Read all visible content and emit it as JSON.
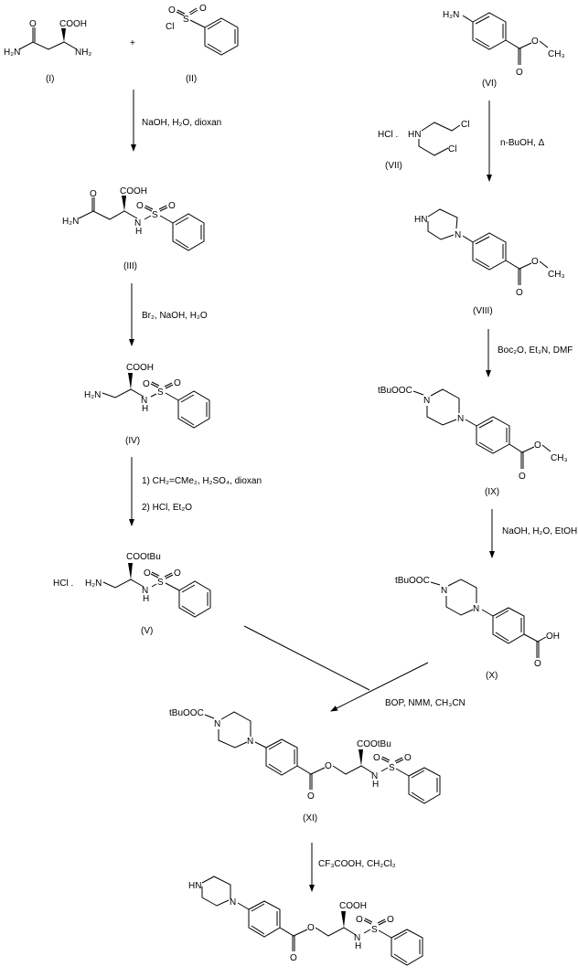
{
  "title": "Synthesis scheme",
  "compounds": {
    "I": {
      "label": "(I)",
      "cooh": "COOH",
      "o": "O",
      "h2n": "H₂N",
      "nh2": "NH₂"
    },
    "II": {
      "label": "(II)",
      "cl": "Cl",
      "s": "S",
      "o1": "O",
      "o2": "O"
    },
    "III": {
      "label": "(III)",
      "cooh": "COOH",
      "o": "O",
      "h2n": "H₂N",
      "n": "N",
      "h": "H",
      "s": "S",
      "o1": "O",
      "o2": "O"
    },
    "IV": {
      "label": "(IV)",
      "cooh": "COOH",
      "h2n": "H₂N",
      "n": "N",
      "h": "H",
      "s": "S",
      "o1": "O",
      "o2": "O"
    },
    "V": {
      "label": "(V)",
      "salt": "HCl .",
      "coo": "COOtBu",
      "h2n": "H₂N",
      "n": "N",
      "h": "H",
      "s": "S",
      "o1": "O",
      "o2": "O"
    },
    "VI": {
      "label": "(VI)",
      "h2n": "H₂N",
      "o": "O",
      "o2": "O",
      "ch3": "CH₃"
    },
    "VII": {
      "label": "(VII)",
      "salt": "HCl .",
      "hn": "HN",
      "cl1": "Cl",
      "cl2": "Cl"
    },
    "VIII": {
      "label": "(VIII)",
      "hn": "HN",
      "n": "N",
      "o": "O",
      "o2": "O",
      "ch3": "CH₃"
    },
    "IX": {
      "label": "(IX)",
      "boc": "tBuOOC",
      "n1": "N",
      "n2": "N",
      "o": "O",
      "o2": "O",
      "ch3": "CH₃"
    },
    "X": {
      "label": "(X)",
      "boc": "tBuOOC",
      "n1": "N",
      "n2": "N",
      "oh": "OH",
      "o": "O"
    },
    "XI": {
      "label": "(XI)",
      "boc": "tBuOOC",
      "n1": "N",
      "n2": "N",
      "o": "O",
      "o2": "O",
      "coo": "COOtBu",
      "n": "N",
      "h": "H",
      "s": "S",
      "o3": "O",
      "o4": "O"
    },
    "final": {
      "hn": "HN",
      "n2": "N",
      "o": "O",
      "o2": "O",
      "cooh": "COOH",
      "n": "N",
      "h": "H",
      "s": "S",
      "o3": "O",
      "o4": "O"
    }
  },
  "plus": "+",
  "reagents": {
    "step1": "NaOH, H₂O, dioxan",
    "step2": "Br₂, NaOH, H₂O",
    "step3a": "1) CH₂=CMe₂, H₂SO₄, dioxan",
    "step3b": "2) HCl, Et₂O",
    "step4": "n-BuOH, Δ",
    "step5": "Boc₂O, Et₃N, DMF",
    "step6": "NaOH, H₂O, EtOH",
    "step7": "BOP, NMM, CH₃CN",
    "step8": "CF₃COOH, CH₂Cl₂"
  }
}
